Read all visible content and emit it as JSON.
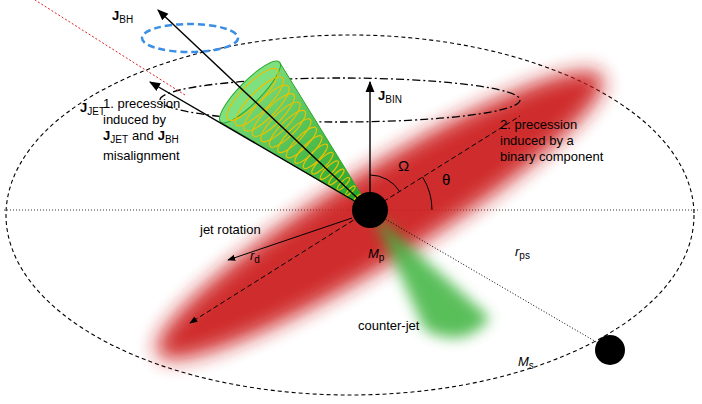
{
  "diagram": {
    "labels": [
      "J",
      "BH",
      "J",
      "JET",
      "J",
      "BIN",
      "1. precession induced by",
      "J",
      "JET",
      "and",
      "J",
      "BH",
      "misalignment",
      "2. precession induced by a binary component",
      "Ω",
      "θ",
      "jet rotation",
      "M",
      "p",
      "r",
      "d",
      "r",
      "ps",
      "counter-jet",
      "M",
      "s"
    ]
  }
}
